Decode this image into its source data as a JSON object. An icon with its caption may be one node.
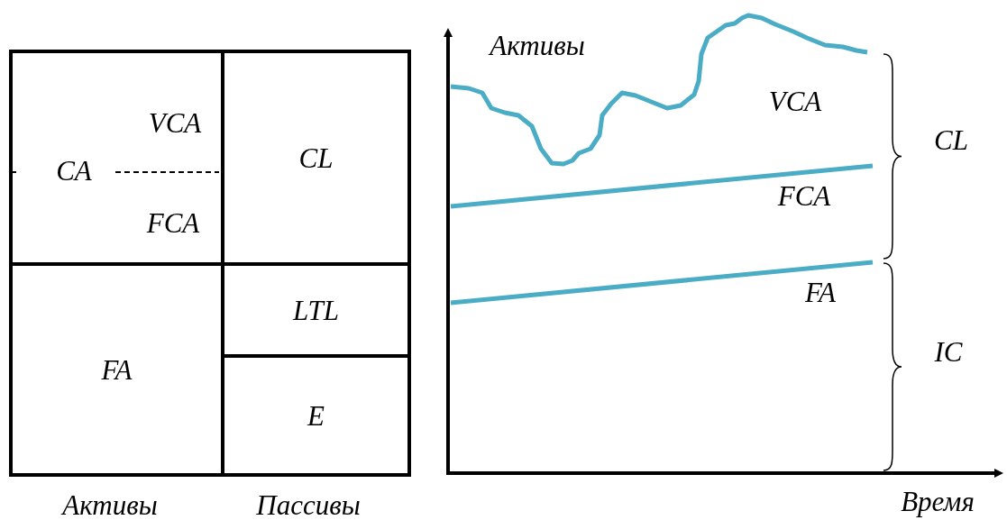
{
  "diagram": {
    "nodes": [
      {
        "text": [
          "CA",
          "VCA",
          "FCA"
        ]
      },
      {
        "text": [
          "CL"
        ]
      },
      {
        "text": [
          "FA"
        ]
      },
      {
        "text": [
          "LTL"
        ]
      },
      {
        "text": [
          "E"
        ]
      }
    ],
    "labels": [
      "Активы",
      "Пассивы",
      "Активы",
      "VCA",
      "CL",
      "FCA",
      "FA",
      "IC",
      "Время"
    ]
  }
}
